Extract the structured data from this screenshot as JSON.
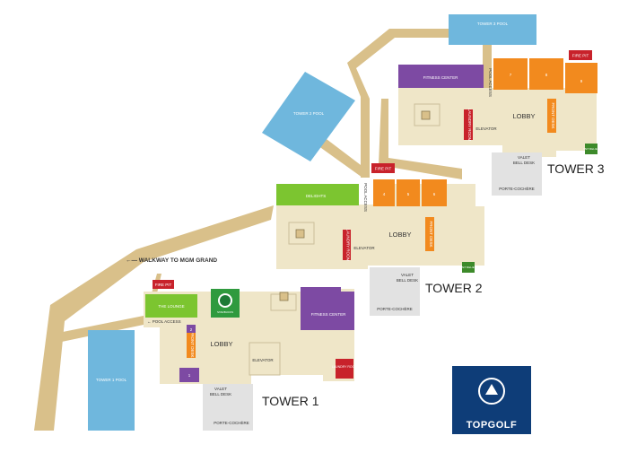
{
  "walkway_label": "←— WALKWAY TO MGM GRAND",
  "pools": {
    "tower1": "TOWER 1 POOL",
    "tower2": "TOWER 2 POOL",
    "tower3": "TOWER 3 POOL"
  },
  "tower1": {
    "name": "TOWER 1",
    "lobby": "LOBBY",
    "elevator": "ELEVATOR",
    "fire_pit": "FIRE PIT",
    "lounge": "THE LOUNGE",
    "pool_access": "← POOL ACCESS",
    "fitness": "FITNESS CENTER",
    "laundry": "LAUNDRY ROOM",
    "valet": "VALET",
    "bell_desk": "BELL DESK",
    "porte": "PORTE-COCHÈRE",
    "starbucks": "STARBUCKS",
    "unit1": "1",
    "unit2": "2",
    "front_desk": "FRONT DESK"
  },
  "tower2": {
    "name": "TOWER 2",
    "lobby": "LOBBY",
    "elevator": "ELEVATOR",
    "fire_pit": "FIRE PIT",
    "delights": "DELIGHTS",
    "pool_access": "POOL ACCESS",
    "laundry": "LAUNDRY ROOM",
    "front_desk": "FRONT DESK",
    "valet": "VALET",
    "bell_desk": "BELL DESK",
    "porte": "PORTE-COCHÈRE",
    "pet_relief": "PET RELIEF",
    "unit4": "4",
    "unit5": "5",
    "unit6": "6"
  },
  "tower3": {
    "name": "TOWER 3",
    "lobby": "LOBBY",
    "elevator": "ELEVATOR",
    "fire_pit": "FIRE PIT",
    "fitness": "FITNESS CENTER",
    "pool_access": "POOL ACCESS",
    "laundry": "LAUNDRY ROOM",
    "front_desk": "FRONT DESK",
    "valet": "VALET",
    "bell_desk": "BELL DESK",
    "porte": "PORTE-COCHÈRE",
    "pet_relief": "PET RELIEF",
    "unit7": "7",
    "unit8": "8",
    "unit9": "9"
  },
  "brand": {
    "name": "TOPGOLF"
  },
  "colors": {
    "walkway": "#d9c08a",
    "building": "#efe6c8",
    "pool": "#6fb7dd",
    "purple": "#7d4aa3",
    "green": "#7cc530",
    "orange": "#f28a1e",
    "red": "#c8222b",
    "grey": "#e2e2e2",
    "topgolf": "#0e3d78"
  }
}
